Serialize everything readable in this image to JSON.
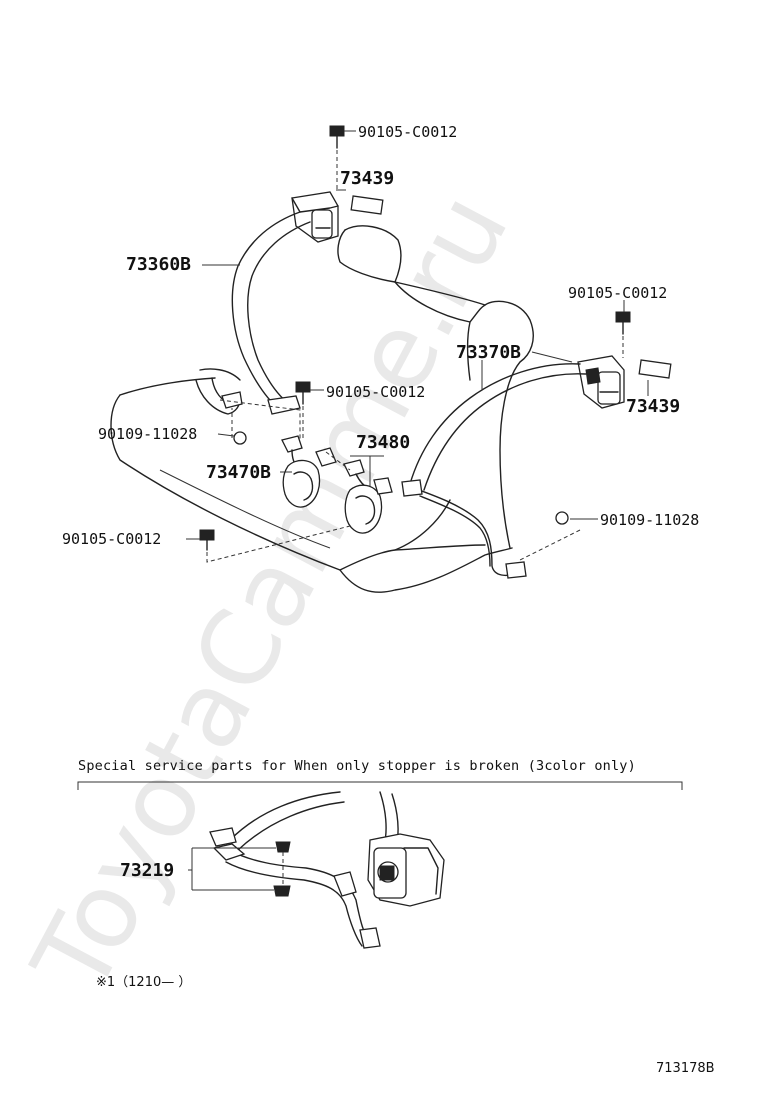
{
  "watermark": "ToyotaCamme.ru",
  "labels": {
    "bolt_top": "90105-C0012",
    "cover_left": "73439",
    "belt_left": "73360B",
    "bolt_right_top": "90105-C0012",
    "belt_right": "73370B",
    "cover_right": "73439",
    "bolt_mid": "90105-C0012",
    "bolt_left_lower": "90109-11028",
    "buckle_right": "73480",
    "buckle_left": "73470B",
    "bolt_right_lower": "90109-11028",
    "bolt_bottom": "90105-C0012",
    "stopper": "73219"
  },
  "note": "Special  service  parts  for  When  only  stopper  is  broken  (3color  only)",
  "footnote": "※1（1210—  ）",
  "figure_id": "713178B"
}
